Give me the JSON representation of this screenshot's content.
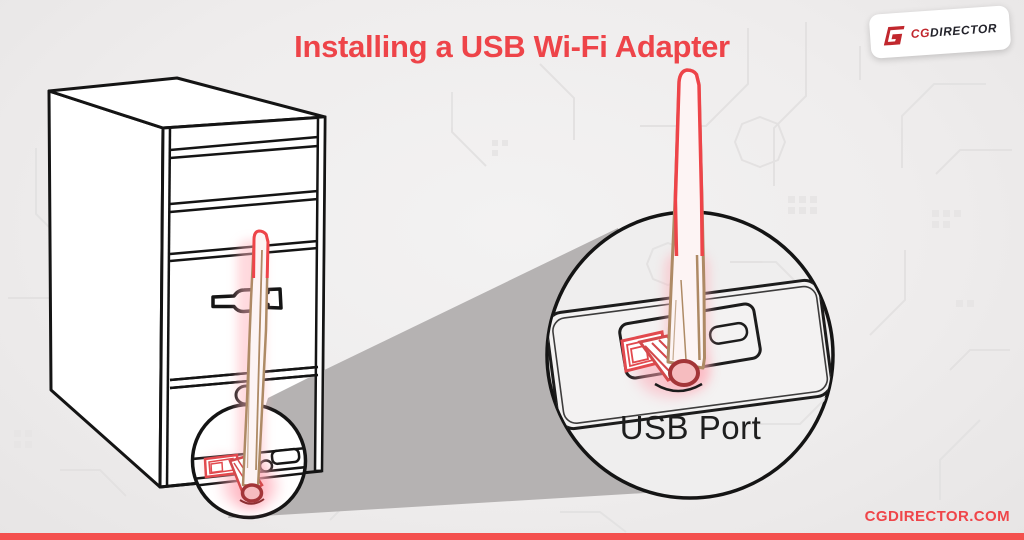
{
  "header": {
    "title": "Installing a USB Wi-Fi Adapter",
    "title_color": "#ee4449"
  },
  "logo": {
    "mark": "cgdirector-g-logo",
    "prefix": "CG",
    "suffix": "DIRECTOR",
    "prefix_color": "#c1272d",
    "suffix_color": "#23232b",
    "background": "#ffffff"
  },
  "callout": {
    "label": "USB Port"
  },
  "footer": {
    "watermark": "CGDIRECTOR.COM",
    "watermark_color": "#ef4549",
    "bar_color": "#f4504e"
  },
  "illustration": {
    "type": "instructional-diagram",
    "parts": [
      "pc-tower-front-left-view",
      "usb-wifi-adapter-with-antenna-in-front-usb-port",
      "small-magnifier-circle-on-tower-front-io-ports",
      "gray-magnifier-beam-to-large-circle",
      "large-zoom-circle-showing-usb-port-detail"
    ],
    "colors": {
      "background": "#efeeee",
      "outline": "#141414",
      "adapter_red": "#e2494e",
      "antenna_tan": "#ae8a65",
      "glow_pink": "#ffb3bc",
      "beam_gray": "#b5b2b2",
      "circuit_trace": "#e3e1e1"
    }
  }
}
